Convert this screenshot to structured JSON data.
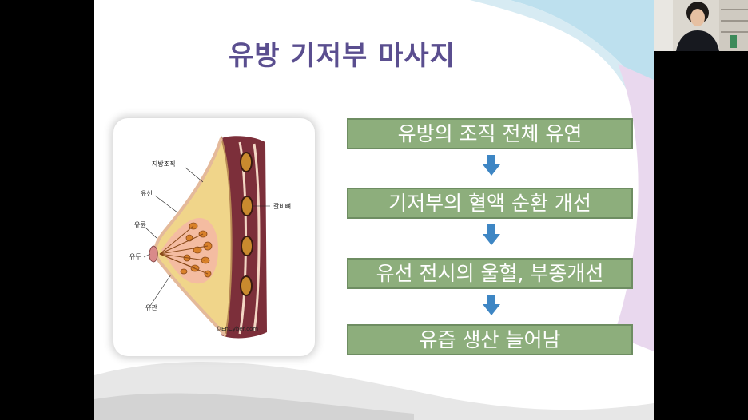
{
  "slide": {
    "title": "유방 기저부 마사지",
    "figure": {
      "labels": {
        "fat": "지방조직",
        "gland": "유선",
        "areola": "유륜",
        "nipple": "유두",
        "duct": "유관",
        "rib": "갈비뼈",
        "credit": "©EnCyber.com"
      }
    },
    "steps": [
      "유방의 조직 전체 유연",
      "기저부의 혈액 순환 개선",
      "유선 전시의 울혈, 부종개선",
      "유즙 생산 늘어남"
    ]
  },
  "colors": {
    "title": "#5a4e8f",
    "step_fill": "#8dae7c",
    "arrow": "#3e86c4"
  },
  "webcam": {
    "description_icon": "presenter-video-icon"
  }
}
